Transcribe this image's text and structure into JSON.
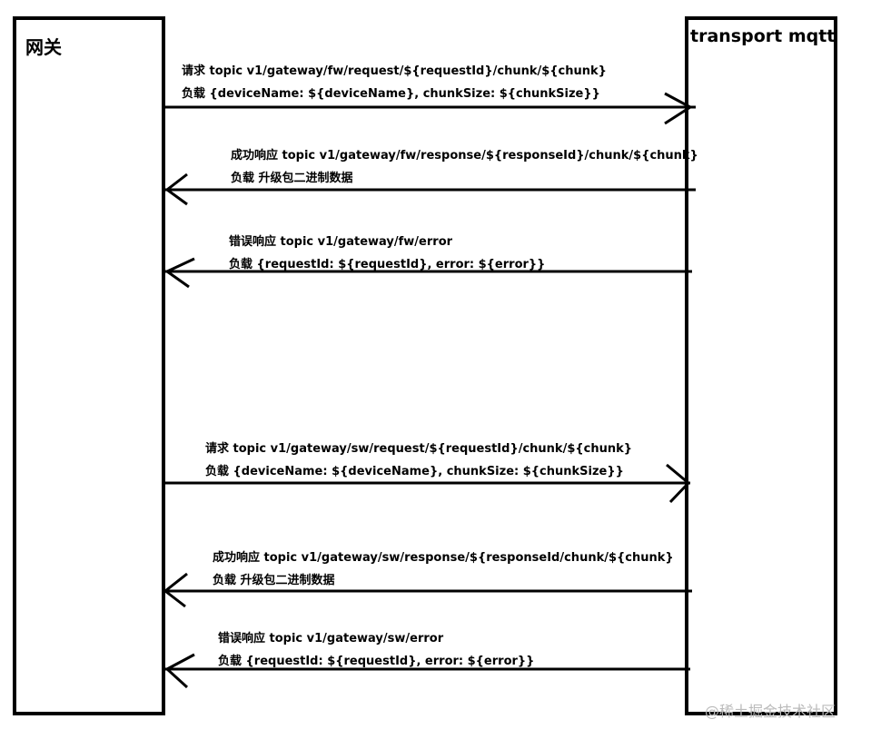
{
  "participants": {
    "gateway": "网关",
    "transport": "transport mqtt"
  },
  "messages": [
    {
      "line1": "请求 topic v1/gateway/fw/request/${requestId}/chunk/${chunk}",
      "line2": "负载 {deviceName: ${deviceName}, chunkSize: ${chunkSize}}",
      "direction": "to-transport"
    },
    {
      "line1": "成功响应 topic v1/gateway/fw/response/${responseId}/chunk/${chunk}",
      "line2": "负载 升级包二进制数据",
      "direction": "to-gateway"
    },
    {
      "line1": "错误响应 topic v1/gateway/fw/error",
      "line2": "负载 {requestId: ${requestId}, error: ${error}}",
      "direction": "to-gateway"
    },
    {
      "line1": "请求 topic v1/gateway/sw/request/${requestId}/chunk/${chunk}",
      "line2": "负载 {deviceName: ${deviceName}, chunkSize: ${chunkSize}}",
      "direction": "to-transport"
    },
    {
      "line1": "成功响应 topic v1/gateway/sw/response/${responseId/chunk/${chunk}",
      "line2": "负载 升级包二进制数据",
      "direction": "to-gateway"
    },
    {
      "line1": "错误响应 topic v1/gateway/sw/error",
      "line2": "负载 {requestId: ${requestId}, error: ${error}}",
      "direction": "to-gateway"
    }
  ],
  "watermark": "@稀土掘金技术社区"
}
